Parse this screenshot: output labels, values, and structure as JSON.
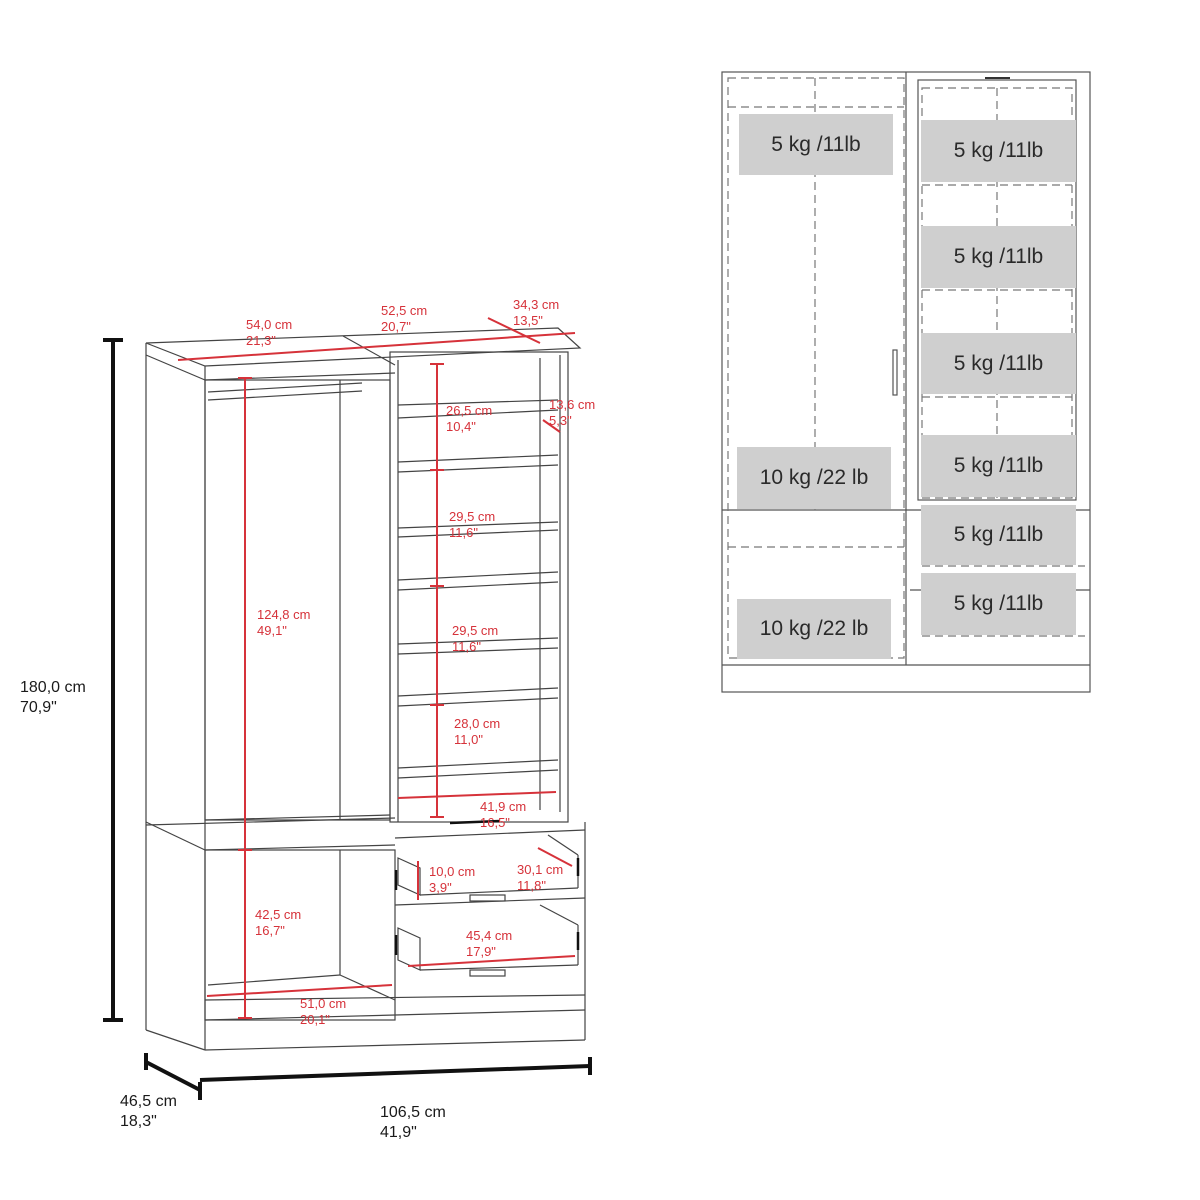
{
  "colors": {
    "dimension_red": "#d6323a",
    "outline": "#333333",
    "weight_box": "#cfcfcf",
    "overall_dim": "#111111"
  },
  "left_diagram": {
    "overall": {
      "height": {
        "cm": "180,0 cm",
        "in": "70,9\""
      },
      "depth": {
        "cm": "46,5 cm",
        "in": "18,3\""
      },
      "width": {
        "cm": "106,5 cm",
        "in": "41,9\""
      }
    },
    "top": {
      "left_width": {
        "cm": "54,0 cm",
        "in": "21,3\""
      },
      "right_width": {
        "cm": "52,5 cm",
        "in": "20,7\""
      },
      "depth": {
        "cm": "34,3 cm",
        "in": "13,5\""
      }
    },
    "hanging": {
      "height": {
        "cm": "124,8 cm",
        "in": "49,1\""
      },
      "lower_height": {
        "cm": "42,5 cm",
        "in": "16,7\""
      },
      "lower_width": {
        "cm": "51,0 cm",
        "in": "20,1\""
      }
    },
    "shelves": {
      "s1": {
        "cm": "26,5 cm",
        "in": "10,4\""
      },
      "shelf_depth": {
        "cm": "13,6 cm",
        "in": "5,3\""
      },
      "s2": {
        "cm": "29,5 cm",
        "in": "11,6\""
      },
      "s3": {
        "cm": "29,5 cm",
        "in": "11,6\""
      },
      "s4": {
        "cm": "28,0 cm",
        "in": "11,0\""
      },
      "inner_width": {
        "cm": "41,9 cm",
        "in": "16,5\""
      }
    },
    "drawers": {
      "height": {
        "cm": "10,0 cm",
        "in": "3,9\""
      },
      "depth": {
        "cm": "30,1 cm",
        "in": "11,8\""
      },
      "width": {
        "cm": "45,4 cm",
        "in": "17,9\""
      }
    }
  },
  "right_diagram": {
    "weight_labels": {
      "left_top": "5 kg /11lb",
      "left_mid": "10 kg /22 lb",
      "left_bottom": "10 kg /22 lb",
      "right_1": "5 kg /11lb",
      "right_2": "5 kg /11lb",
      "right_3": "5 kg /11lb",
      "right_4": "5 kg /11lb",
      "drawer_1": "5 kg /11lb",
      "drawer_2": "5 kg /11lb"
    }
  }
}
